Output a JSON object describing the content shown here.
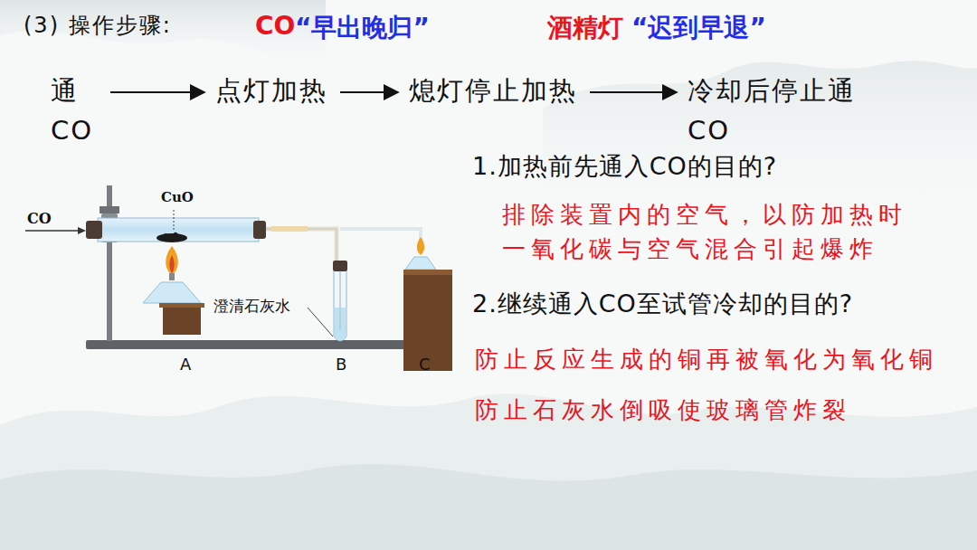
{
  "diagram": {
    "title": "(3) 操作步骤:",
    "nodes": [
      {
        "text": [
          "通 CO"
        ]
      },
      {
        "text": [
          "点灯加热"
        ]
      },
      {
        "text": [
          "熄灯停止加热"
        ]
      },
      {
        "text": [
          "冷却后停止通 CO"
        ]
      }
    ],
    "edges": [
      {
        "from": 0,
        "to": 1,
        "arrow": "to"
      },
      {
        "from": 1,
        "to": 2,
        "arrow": "to"
      },
      {
        "from": 2,
        "to": 3,
        "arrow": "to"
      }
    ],
    "labels": [
      "CO",
      "“早出晚归”",
      "酒精灯",
      "“迟到早退”",
      "1.加热前先通入CO的目的?",
      "排除装置内的空气，以防加热时 一氧化碳与空气混合引起爆炸",
      "2.继续通入CO至试管冷却的目的?",
      "防止反应生成的铜再被氧化为氧化铜",
      "防止石灰水倒吸使玻璃管炸裂",
      "CuO",
      "CO",
      "澄清石灰水",
      "A",
      "B",
      "C"
    ]
  }
}
